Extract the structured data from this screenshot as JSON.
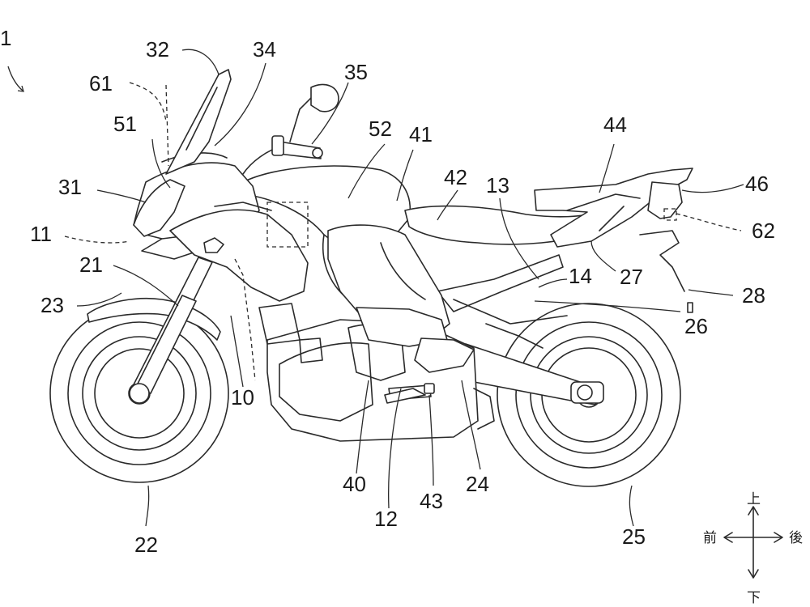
{
  "figure_ref": "1",
  "labels": {
    "l10": "10",
    "l11": "11",
    "l12": "12",
    "l13": "13",
    "l14": "14",
    "l21": "21",
    "l22": "22",
    "l23": "23",
    "l24": "24",
    "l25": "25",
    "l26": "26",
    "l27": "27",
    "l28": "28",
    "l31": "31",
    "l32": "32",
    "l34": "34",
    "l35": "35",
    "l40": "40",
    "l41": "41",
    "l42": "42",
    "l43": "43",
    "l44": "44",
    "l46": "46",
    "l51": "51",
    "l52": "52",
    "l61": "61",
    "l62": "62"
  },
  "direction_indicator": {
    "up": "上",
    "down": "下",
    "front": "前",
    "rear": "後"
  }
}
